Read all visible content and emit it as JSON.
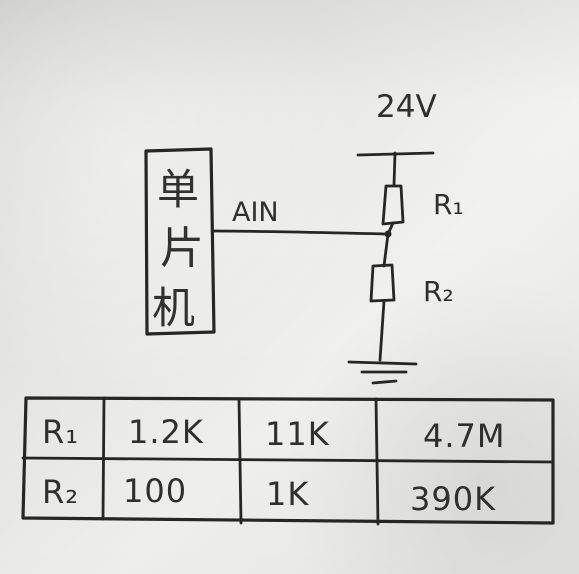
{
  "diagram": {
    "labels": {
      "supply_voltage": "24V",
      "mcu_char_1": "单",
      "mcu_char_2": "片",
      "mcu_char_3": "机",
      "ain_label": "AIN",
      "r1_label": "R₁",
      "r2_label": "R₂"
    },
    "table": {
      "rows": [
        {
          "label": "R₁",
          "values": [
            "1.2K",
            "11K",
            "4.7M"
          ]
        },
        {
          "label": "R₂",
          "values": [
            "100",
            "1K",
            "390K"
          ]
        }
      ]
    }
  }
}
